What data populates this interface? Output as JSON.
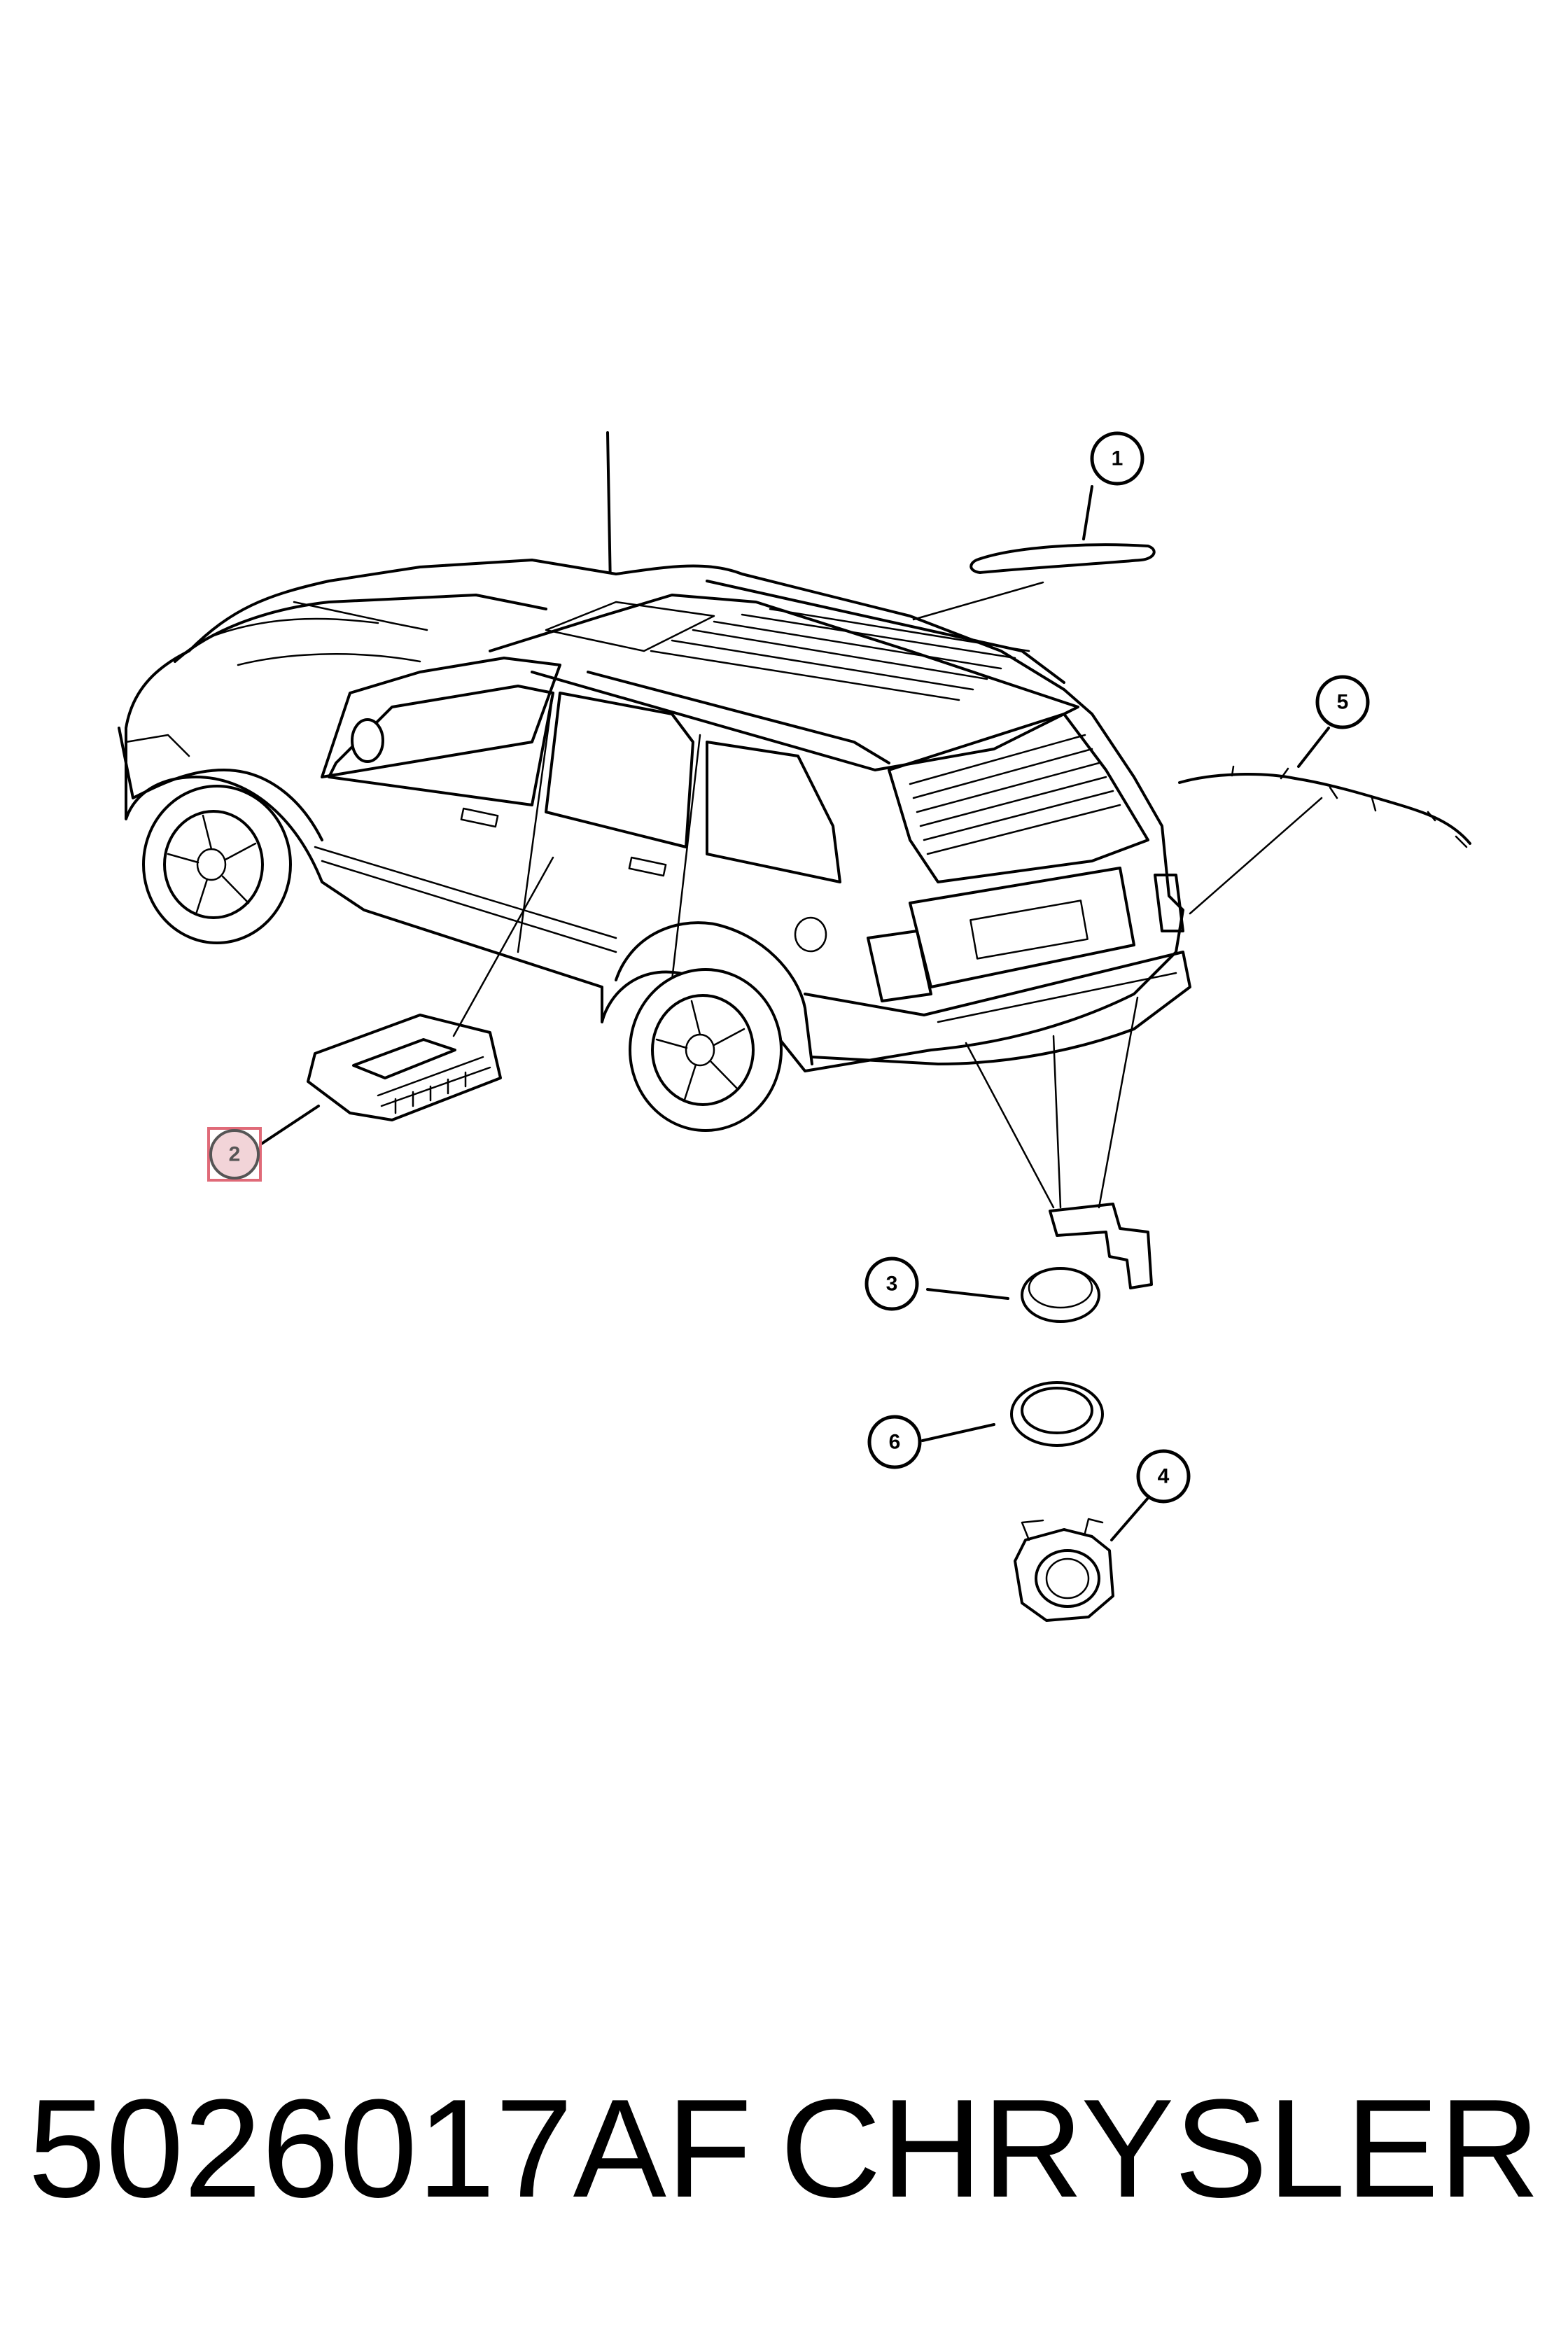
{
  "callouts": [
    {
      "id": "1",
      "label": "1"
    },
    {
      "id": "2",
      "label": "2",
      "highlighted": true
    },
    {
      "id": "3",
      "label": "3"
    },
    {
      "id": "4",
      "label": "4"
    },
    {
      "id": "5",
      "label": "5"
    },
    {
      "id": "6",
      "label": "6"
    }
  ],
  "caption": {
    "part_number": "5026017AF",
    "brand": "CHRYSLER"
  },
  "colors": {
    "highlight_fill": "#f2d4d8",
    "highlight_border": "#e06a78"
  }
}
